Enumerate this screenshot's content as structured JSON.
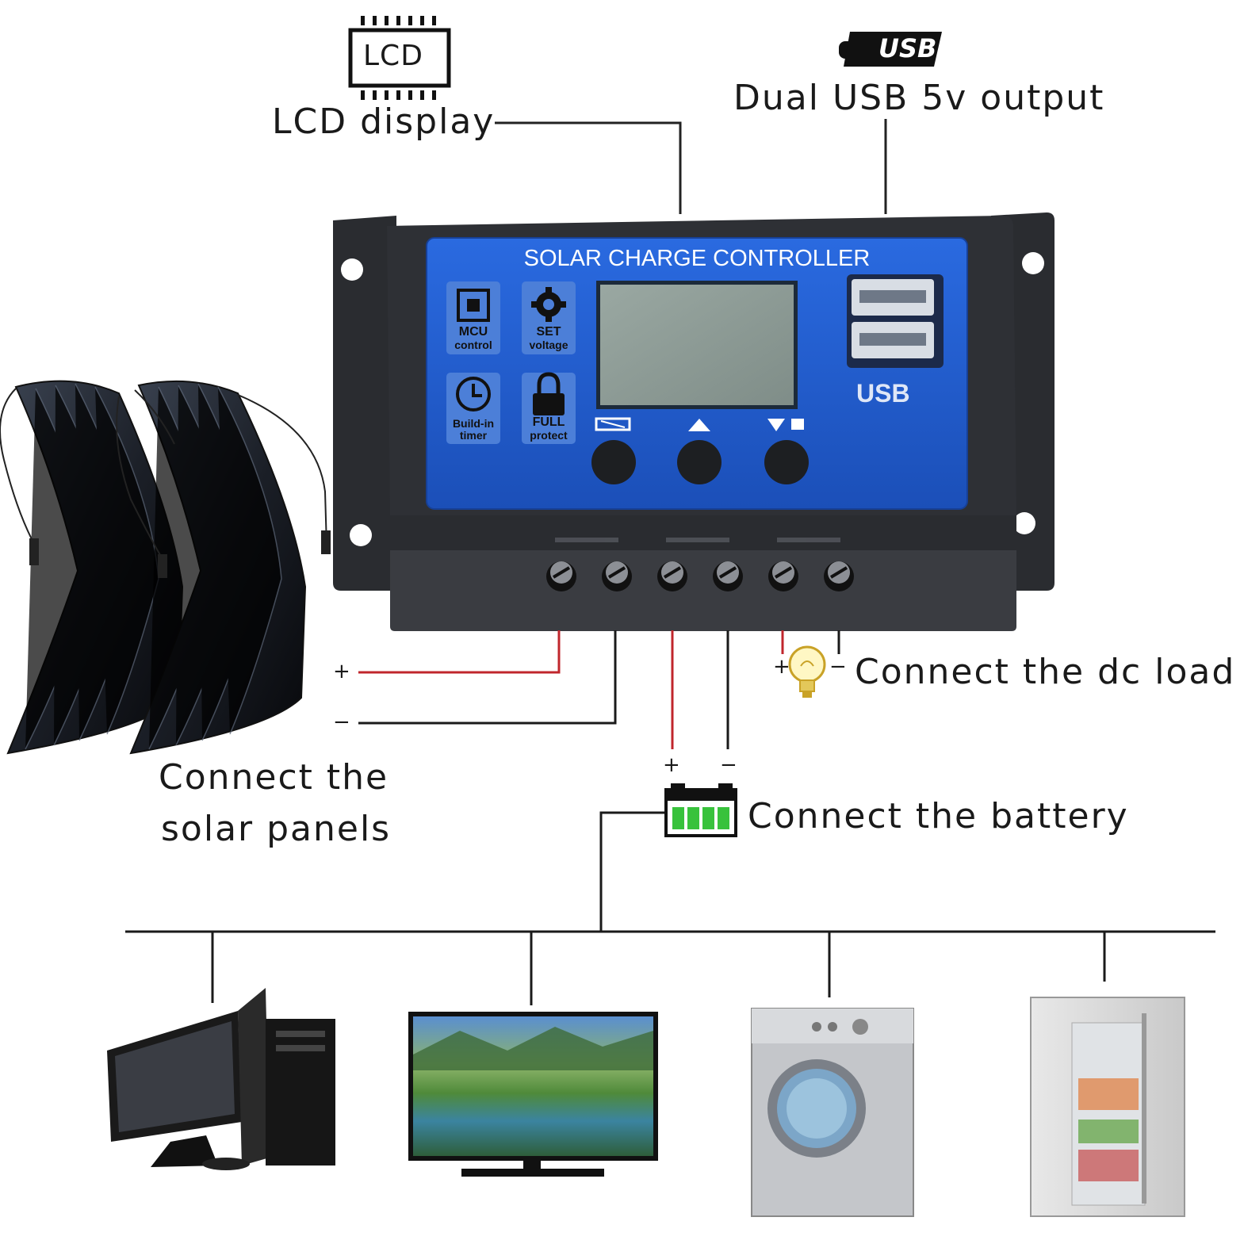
{
  "header": {
    "lcd_chip_text": "LCD",
    "lcd_label": "LCD display",
    "usb_logo_text": "USB",
    "usb_label": "Dual USB 5v output"
  },
  "controller": {
    "title": "SOLAR CHARGE CONTROLLER",
    "features": [
      {
        "line1": "MCU",
        "line2": "control",
        "icon": "chip-icon"
      },
      {
        "line1": "SET",
        "line2": "voltage",
        "icon": "gear-icon"
      },
      {
        "line1": "Build-in",
        "line2": "timer",
        "icon": "clock-icon"
      },
      {
        "line1": "FULL",
        "line2": "protect",
        "icon": "lock-icon"
      }
    ],
    "usb_badge": "USB",
    "buttons": [
      "menu-button",
      "up-button",
      "down-button"
    ],
    "accent_color": "#1f5fd6",
    "body_color": "#2b2d31"
  },
  "connections": {
    "solar_plus": "+",
    "solar_minus": "−",
    "solar_label_line1": "Connect  the",
    "solar_label_line2": "solar panels",
    "battery_plus": "+",
    "battery_minus": "−",
    "battery_label": "Connect  the  battery",
    "load_plus": "+",
    "load_minus": "−",
    "load_label": "Connect  the  dc  load",
    "positive_wire_color": "#c0262c",
    "negative_wire_color": "#1a1a1a",
    "battery_fill_color": "#38c23c"
  },
  "appliances": [
    "desktop-computer",
    "television",
    "washing-machine",
    "refrigerator"
  ]
}
